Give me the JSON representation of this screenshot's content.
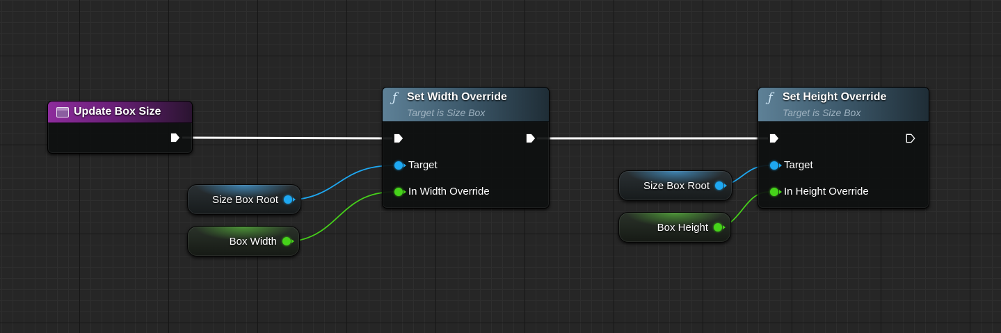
{
  "graph": {
    "event_node": {
      "title": "Update Box Size",
      "icon": "event-graph-icon",
      "color": "#8d2c9c"
    },
    "set_width_node": {
      "title": "Set Width Override",
      "subtitle": "Target is Size Box",
      "icon": "function-icon",
      "pins": {
        "target": "Target",
        "value": "In Width Override"
      }
    },
    "set_height_node": {
      "title": "Set Height Override",
      "subtitle": "Target is Size Box",
      "icon": "function-icon",
      "pins": {
        "target": "Target",
        "value": "In Height Override"
      }
    },
    "variables": {
      "size_box_root_1": "Size Box Root",
      "box_width": "Box Width",
      "size_box_root_2": "Size Box Root",
      "box_height": "Box Height"
    },
    "colors": {
      "object_pin": "#1ea8f2",
      "float_pin": "#46d21a",
      "exec_wire": "#ffffff",
      "function_header": "#5e8197"
    }
  }
}
